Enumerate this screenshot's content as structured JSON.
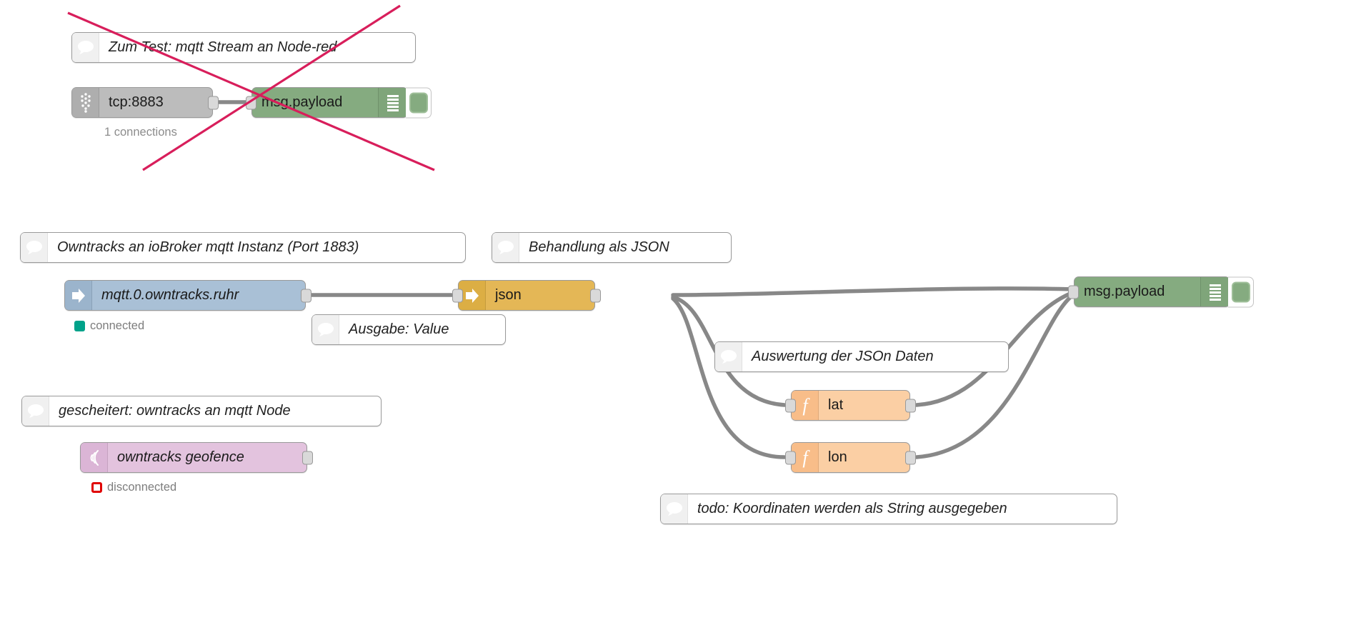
{
  "app": {
    "name": "Node-RED flow editor canvas",
    "background": "#ffffff",
    "wire_color": "#888888",
    "strike_color": "#d81e5b"
  },
  "palette": {
    "mqtt_in": "#a9c0d6",
    "json": "#e4b756",
    "function": "#fbcfa4",
    "debug": "#85ab80",
    "tcp": "#bcbcbc",
    "geofence": "#e3c3de",
    "comment": "#ffffff",
    "status_connected": "#00a28a",
    "status_disconnected": "#e00000"
  },
  "groups": {
    "disabled_test_group": {
      "label": "struck-through test section",
      "comment": {
        "text": "Zum Test: mqtt Stream an Node-red",
        "icon": "comment-icon"
      },
      "tcp_node": {
        "label": "tcp:8883",
        "icon": "tcp-dots-icon",
        "status": "1 connections"
      },
      "debug_node": {
        "label": "msg.payload",
        "icon": "debug-bars-icon",
        "toggle": "debug-toggle-button"
      }
    },
    "main_flow": {
      "comment_mqtt": {
        "text": "Owntracks an ioBroker mqtt Instanz (Port 1883)",
        "icon": "comment-icon"
      },
      "comment_json": {
        "text": "Behandlung als JSON",
        "icon": "comment-icon"
      },
      "comment_value": {
        "text": "Ausgabe: Value",
        "icon": "comment-icon"
      },
      "comment_auswertung": {
        "text": "Auswertung der JSOn Daten",
        "icon": "comment-icon"
      },
      "comment_todo": {
        "text": "todo: Koordinaten werden als String ausgegeben",
        "icon": "comment-icon"
      },
      "mqtt_in_node": {
        "label": "mqtt.0.owntracks.ruhr",
        "icon": "mqtt-arrow-icon",
        "status": "connected",
        "status_state": "ok"
      },
      "json_node": {
        "label": "json",
        "icon": "json-arrow-icon"
      },
      "function_lat": {
        "label": "lat",
        "icon": "function-f-icon"
      },
      "function_lon": {
        "label": "lon",
        "icon": "function-f-icon"
      },
      "debug_node": {
        "label": "msg.payload",
        "icon": "debug-bars-icon",
        "toggle": "debug-toggle-button"
      }
    },
    "failed_group": {
      "comment": {
        "text": "gescheitert: owntracks an mqtt Node",
        "icon": "comment-icon"
      },
      "geofence_node": {
        "label": "owntracks geofence",
        "icon": "broadcast-icon",
        "status": "disconnected",
        "status_state": "error"
      }
    }
  }
}
